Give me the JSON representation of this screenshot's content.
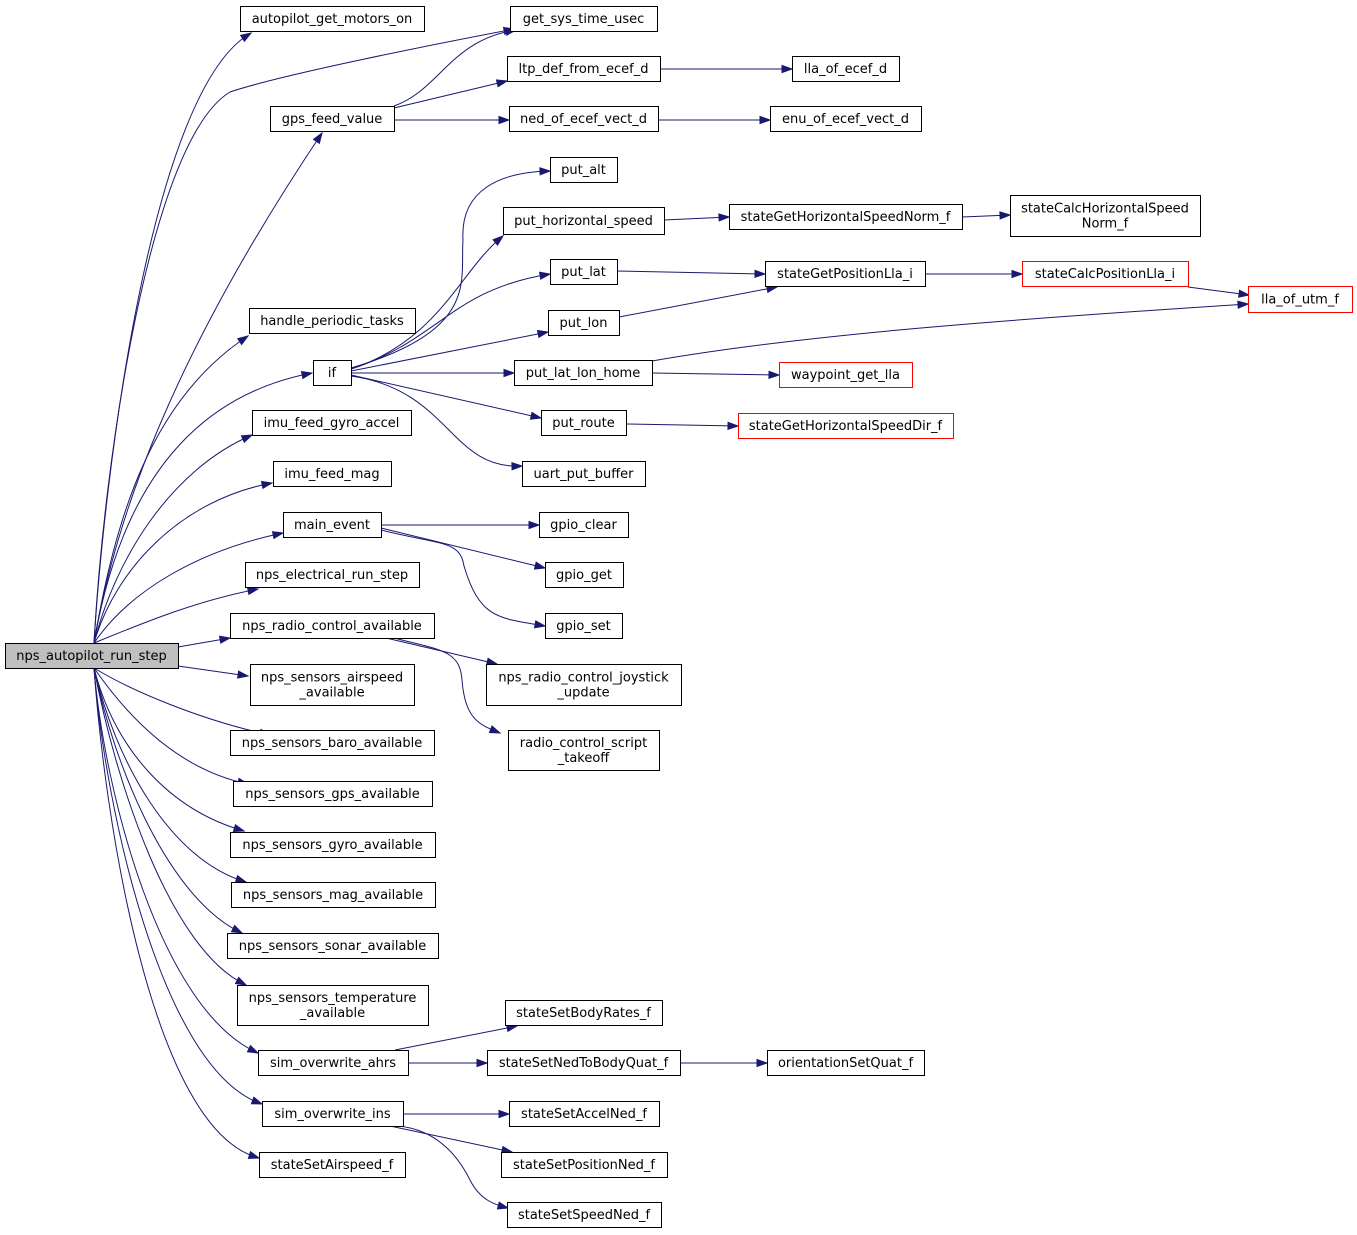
{
  "colors": {
    "edge": "#191970",
    "node_border": "#000000",
    "external_border": "#ff0000",
    "root_fill": "#bfbfbf",
    "node_fill": "#ffffff"
  },
  "nodes": [
    {
      "id": "nps_autopilot_run_step",
      "lines": [
        "nps_autopilot_run_step"
      ],
      "kind": "root"
    },
    {
      "id": "autopilot_get_motors_on",
      "lines": [
        "autopilot_get_motors_on"
      ]
    },
    {
      "id": "get_sys_time_usec",
      "lines": [
        "get_sys_time_usec"
      ]
    },
    {
      "id": "gps_feed_value",
      "lines": [
        "gps_feed_value"
      ]
    },
    {
      "id": "ltp_def_from_ecef_d",
      "lines": [
        "ltp_def_from_ecef_d"
      ]
    },
    {
      "id": "lla_of_ecef_d",
      "lines": [
        "lla_of_ecef_d"
      ]
    },
    {
      "id": "ned_of_ecef_vect_d",
      "lines": [
        "ned_of_ecef_vect_d"
      ]
    },
    {
      "id": "enu_of_ecef_vect_d",
      "lines": [
        "enu_of_ecef_vect_d"
      ]
    },
    {
      "id": "put_alt",
      "lines": [
        "put_alt"
      ]
    },
    {
      "id": "put_horizontal_speed",
      "lines": [
        "put_horizontal_speed"
      ]
    },
    {
      "id": "stateGetHorizontalSpeedNorm_f",
      "lines": [
        "stateGetHorizontalSpeedNorm_f"
      ]
    },
    {
      "id": "stateCalcHorizontalSpeedNorm_f",
      "lines": [
        "stateCalcHorizontalSpeed",
        "Norm_f"
      ]
    },
    {
      "id": "put_lat",
      "lines": [
        "put_lat"
      ]
    },
    {
      "id": "stateGetPositionLla_i",
      "lines": [
        "stateGetPositionLla_i"
      ]
    },
    {
      "id": "stateCalcPositionLla_i",
      "lines": [
        "stateCalcPositionLla_i"
      ],
      "kind": "ext"
    },
    {
      "id": "lla_of_utm_f",
      "lines": [
        "lla_of_utm_f"
      ],
      "kind": "ext"
    },
    {
      "id": "handle_periodic_tasks",
      "lines": [
        "handle_periodic_tasks"
      ]
    },
    {
      "id": "put_lon",
      "lines": [
        "put_lon"
      ]
    },
    {
      "id": "if",
      "lines": [
        "if"
      ]
    },
    {
      "id": "put_lat_lon_home",
      "lines": [
        "put_lat_lon_home"
      ]
    },
    {
      "id": "waypoint_get_lla",
      "lines": [
        "waypoint_get_lla"
      ],
      "kind": "ext"
    },
    {
      "id": "imu_feed_gyro_accel",
      "lines": [
        "imu_feed_gyro_accel"
      ]
    },
    {
      "id": "put_route",
      "lines": [
        "put_route"
      ]
    },
    {
      "id": "stateGetHorizontalSpeedDir_f",
      "lines": [
        "stateGetHorizontalSpeedDir_f"
      ],
      "kind": "ext"
    },
    {
      "id": "imu_feed_mag",
      "lines": [
        "imu_feed_mag"
      ]
    },
    {
      "id": "uart_put_buffer",
      "lines": [
        "uart_put_buffer"
      ]
    },
    {
      "id": "main_event",
      "lines": [
        "main_event"
      ]
    },
    {
      "id": "gpio_clear",
      "lines": [
        "gpio_clear"
      ]
    },
    {
      "id": "gpio_get",
      "lines": [
        "gpio_get"
      ]
    },
    {
      "id": "nps_electrical_run_step",
      "lines": [
        "nps_electrical_run_step"
      ]
    },
    {
      "id": "gpio_set",
      "lines": [
        "gpio_set"
      ]
    },
    {
      "id": "nps_radio_control_available",
      "lines": [
        "nps_radio_control_available"
      ]
    },
    {
      "id": "nps_radio_control_joystick_update",
      "lines": [
        "nps_radio_control_joystick",
        "_update"
      ]
    },
    {
      "id": "nps_sensors_airspeed_available",
      "lines": [
        "nps_sensors_airspeed",
        "_available"
      ]
    },
    {
      "id": "radio_control_script_takeoff",
      "lines": [
        "radio_control_script",
        "_takeoff"
      ]
    },
    {
      "id": "nps_sensors_baro_available",
      "lines": [
        "nps_sensors_baro_available"
      ]
    },
    {
      "id": "nps_sensors_gps_available",
      "lines": [
        "nps_sensors_gps_available"
      ]
    },
    {
      "id": "nps_sensors_gyro_available",
      "lines": [
        "nps_sensors_gyro_available"
      ]
    },
    {
      "id": "nps_sensors_mag_available",
      "lines": [
        "nps_sensors_mag_available"
      ]
    },
    {
      "id": "nps_sensors_sonar_available",
      "lines": [
        "nps_sensors_sonar_available"
      ]
    },
    {
      "id": "nps_sensors_temperature_available",
      "lines": [
        "nps_sensors_temperature",
        "_available"
      ]
    },
    {
      "id": "stateSetBodyRates_f",
      "lines": [
        "stateSetBodyRates_f"
      ]
    },
    {
      "id": "sim_overwrite_ahrs",
      "lines": [
        "sim_overwrite_ahrs"
      ]
    },
    {
      "id": "stateSetNedToBodyQuat_f",
      "lines": [
        "stateSetNedToBodyQuat_f"
      ]
    },
    {
      "id": "orientationSetQuat_f",
      "lines": [
        "orientationSetQuat_f"
      ]
    },
    {
      "id": "sim_overwrite_ins",
      "lines": [
        "sim_overwrite_ins"
      ]
    },
    {
      "id": "stateSetAccelNed_f",
      "lines": [
        "stateSetAccelNed_f"
      ]
    },
    {
      "id": "stateSetAirspeed_f",
      "lines": [
        "stateSetAirspeed_f"
      ]
    },
    {
      "id": "stateSetPositionNed_f",
      "lines": [
        "stateSetPositionNed_f"
      ]
    },
    {
      "id": "stateSetSpeedNed_f",
      "lines": [
        "stateSetSpeedNed_f"
      ]
    }
  ],
  "edges": [
    [
      "nps_autopilot_run_step",
      "autopilot_get_motors_on"
    ],
    [
      "nps_autopilot_run_step",
      "get_sys_time_usec"
    ],
    [
      "nps_autopilot_run_step",
      "gps_feed_value"
    ],
    [
      "nps_autopilot_run_step",
      "handle_periodic_tasks"
    ],
    [
      "nps_autopilot_run_step",
      "if"
    ],
    [
      "nps_autopilot_run_step",
      "imu_feed_gyro_accel"
    ],
    [
      "nps_autopilot_run_step",
      "imu_feed_mag"
    ],
    [
      "nps_autopilot_run_step",
      "main_event"
    ],
    [
      "nps_autopilot_run_step",
      "nps_electrical_run_step"
    ],
    [
      "nps_autopilot_run_step",
      "nps_radio_control_available"
    ],
    [
      "nps_autopilot_run_step",
      "nps_sensors_airspeed_available"
    ],
    [
      "nps_autopilot_run_step",
      "nps_sensors_baro_available"
    ],
    [
      "nps_autopilot_run_step",
      "nps_sensors_gps_available"
    ],
    [
      "nps_autopilot_run_step",
      "nps_sensors_gyro_available"
    ],
    [
      "nps_autopilot_run_step",
      "nps_sensors_mag_available"
    ],
    [
      "nps_autopilot_run_step",
      "nps_sensors_sonar_available"
    ],
    [
      "nps_autopilot_run_step",
      "nps_sensors_temperature_available"
    ],
    [
      "nps_autopilot_run_step",
      "sim_overwrite_ahrs"
    ],
    [
      "nps_autopilot_run_step",
      "sim_overwrite_ins"
    ],
    [
      "nps_autopilot_run_step",
      "stateSetAirspeed_f"
    ],
    [
      "gps_feed_value",
      "get_sys_time_usec"
    ],
    [
      "gps_feed_value",
      "ltp_def_from_ecef_d"
    ],
    [
      "gps_feed_value",
      "ned_of_ecef_vect_d"
    ],
    [
      "ltp_def_from_ecef_d",
      "lla_of_ecef_d"
    ],
    [
      "ned_of_ecef_vect_d",
      "enu_of_ecef_vect_d"
    ],
    [
      "if",
      "put_alt"
    ],
    [
      "if",
      "put_horizontal_speed"
    ],
    [
      "if",
      "put_lat"
    ],
    [
      "if",
      "put_lon"
    ],
    [
      "if",
      "put_lat_lon_home"
    ],
    [
      "if",
      "put_route"
    ],
    [
      "if",
      "uart_put_buffer"
    ],
    [
      "put_horizontal_speed",
      "stateGetHorizontalSpeedNorm_f"
    ],
    [
      "stateGetHorizontalSpeedNorm_f",
      "stateCalcHorizontalSpeedNorm_f"
    ],
    [
      "put_lat",
      "stateGetPositionLla_i"
    ],
    [
      "put_lon",
      "stateGetPositionLla_i"
    ],
    [
      "stateGetPositionLla_i",
      "stateCalcPositionLla_i"
    ],
    [
      "stateCalcPositionLla_i",
      "lla_of_utm_f"
    ],
    [
      "put_lat_lon_home",
      "lla_of_utm_f"
    ],
    [
      "put_lat_lon_home",
      "waypoint_get_lla"
    ],
    [
      "put_route",
      "stateGetHorizontalSpeedDir_f"
    ],
    [
      "main_event",
      "gpio_clear"
    ],
    [
      "main_event",
      "gpio_get"
    ],
    [
      "main_event",
      "gpio_set"
    ],
    [
      "nps_radio_control_available",
      "nps_radio_control_joystick_update"
    ],
    [
      "nps_radio_control_available",
      "radio_control_script_takeoff"
    ],
    [
      "sim_overwrite_ahrs",
      "stateSetBodyRates_f"
    ],
    [
      "sim_overwrite_ahrs",
      "stateSetNedToBodyQuat_f"
    ],
    [
      "stateSetNedToBodyQuat_f",
      "orientationSetQuat_f"
    ],
    [
      "sim_overwrite_ins",
      "stateSetAccelNed_f"
    ],
    [
      "sim_overwrite_ins",
      "stateSetPositionNed_f"
    ],
    [
      "sim_overwrite_ins",
      "stateSetSpeedNed_f"
    ]
  ]
}
